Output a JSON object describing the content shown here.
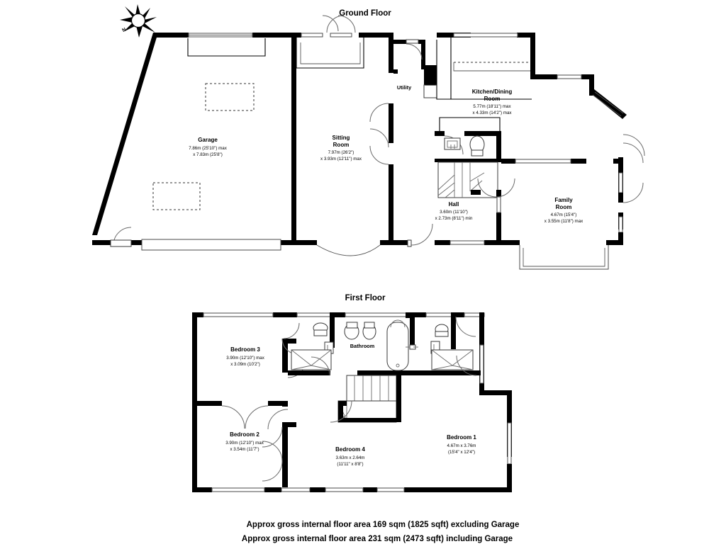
{
  "document": {
    "type": "floor-plan",
    "compass": {
      "label": "N",
      "name": "compass-rose"
    }
  },
  "floors": [
    {
      "id": "ground",
      "title": "Ground Floor",
      "rooms": [
        {
          "id": "garage",
          "name": "Garage",
          "dim1": "7.86m (25'10\") max",
          "dim2": "x  7.83m (25'8\")"
        },
        {
          "id": "sitting",
          "name": "Sitting",
          "name2": "Room",
          "dim1": "7.97m (26'2\")",
          "dim2": "x  3.93m (12'11\") max"
        },
        {
          "id": "utility",
          "name": "Utility",
          "dim1": "",
          "dim2": ""
        },
        {
          "id": "kitchen",
          "name": "Kitchen/Dining",
          "name2": "Room",
          "dim1": "5.77m (18'11\") max",
          "dim2": "x 4.33m (14'2\") max"
        },
        {
          "id": "hall",
          "name": "Hall",
          "dim1": "3.60m (11'10\")",
          "dim2": "x 2.73m (8'11\") min"
        },
        {
          "id": "family",
          "name": "Family",
          "name2": "Room",
          "dim1": "4.67m (15'4\")",
          "dim2": "x 3.55m (11'8\") max"
        }
      ]
    },
    {
      "id": "first",
      "title": "First Floor",
      "rooms": [
        {
          "id": "bedroom3",
          "name": "Bedroom 3",
          "dim1": "3.90m (12'10\") max",
          "dim2": "x 3.09m (10'2\")"
        },
        {
          "id": "bathroom",
          "name": "Bathroom",
          "dim1": "",
          "dim2": ""
        },
        {
          "id": "bedroom2",
          "name": "Bedroom 2",
          "dim1": "3.90m (12'10\") max",
          "dim2": "x 3.54m (11'7\")"
        },
        {
          "id": "bedroom4",
          "name": "Bedroom 4",
          "dim1": "3.63m x 2.64m",
          "dim2": "(11'11\" x 8'8\")"
        },
        {
          "id": "bedroom1",
          "name": "Bedroom 1",
          "dim1": "4.67m x 3.76m",
          "dim2": "(15'4\" x 12'4\")"
        }
      ]
    }
  ],
  "summary": {
    "line1": "Approx gross internal floor area 169 sqm (1825 sqft) excluding Garage",
    "line2": "Approx gross internal floor area 231 sqm (2473 sqft) including Garage"
  },
  "colors": {
    "wall": "#000000",
    "background": "#ffffff",
    "fixture_stroke": "#3a3a3a",
    "door_swing": "#6a6a6a"
  }
}
